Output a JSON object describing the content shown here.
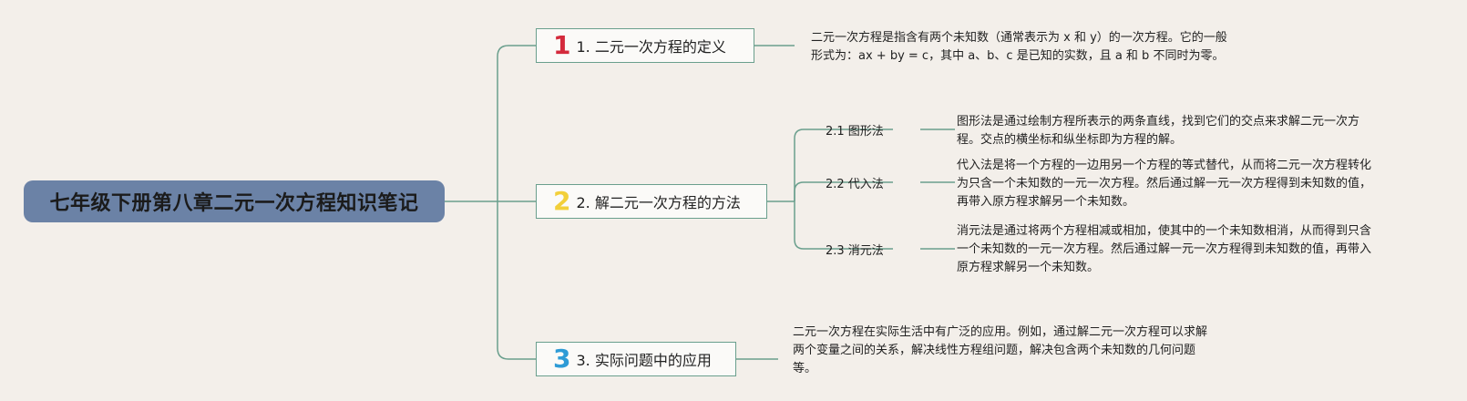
{
  "root": {
    "title": "七年级下册第八章二元一次方程知识笔记"
  },
  "branches": [
    {
      "num": "1",
      "label": "1. 二元一次方程的定义",
      "num_color": "#d42a3c",
      "desc_lines": [
        "二元一次方程是指含有两个未知数（通常表示为 x 和 y）的一次方程。它的一般",
        "形式为：ax + by = c，其中 a、b、c 是已知的实数，且 a 和 b 不同时为零。"
      ]
    },
    {
      "num": "2",
      "label": "2. 解二元一次方程的方法",
      "num_color": "#f2cf3a",
      "subs": [
        {
          "label": "2.1 图形法",
          "desc_lines": [
            "图形法是通过绘制方程所表示的两条直线，找到它们的交点来求解二元一次方",
            "程。交点的横坐标和纵坐标即为方程的解。"
          ]
        },
        {
          "label": "2.2 代入法",
          "desc_lines": [
            "代入法是将一个方程的一边用另一个方程的等式替代，从而将二元一次方程转化",
            "为只含一个未知数的一元一次方程。然后通过解一元一次方程得到未知数的值，",
            "再带入原方程求解另一个未知数。"
          ]
        },
        {
          "label": "2.3 消元法",
          "desc_lines": [
            "消元法是通过将两个方程相减或相加，使其中的一个未知数相消，从而得到只含",
            "一个未知数的一元一次方程。然后通过解一元一次方程得到未知数的值，再带入",
            "原方程求解另一个未知数。"
          ]
        }
      ]
    },
    {
      "num": "3",
      "label": "3. 实际问题中的应用",
      "num_color": "#2e9bd6",
      "desc_lines": [
        "二元一次方程在实际生活中有广泛的应用。例如，通过解二元一次方程可以求解",
        "两个变量之间的关系，解决线性方程组问题，解决包含两个未知数的几何问题",
        "等。"
      ]
    }
  ],
  "colors": {
    "background": "#f3efea",
    "root_fill": "#6b82a6",
    "line": "#6a9f8d"
  }
}
